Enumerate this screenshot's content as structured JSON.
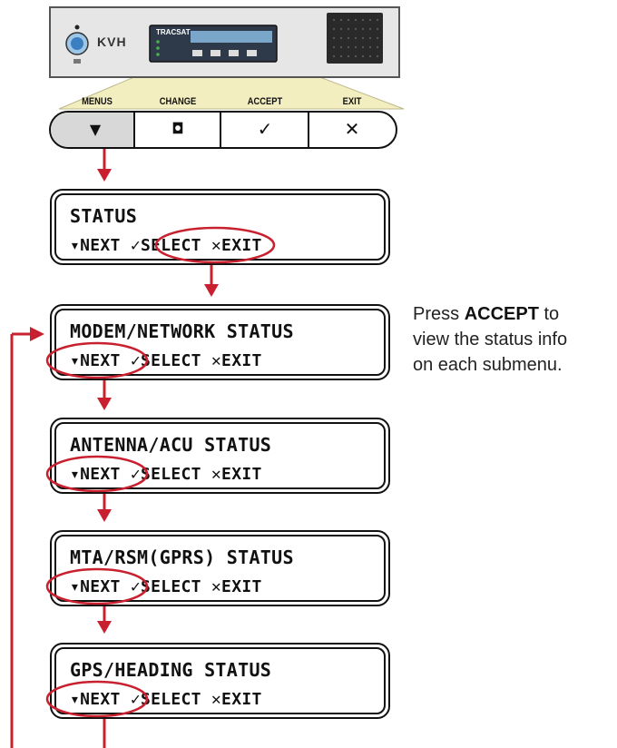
{
  "device": {
    "brand": "KVH",
    "product": "TRACSAT",
    "colors": {
      "body": "#e6e6e6",
      "display": "#2e3a4a",
      "knob": "#3a7fbf"
    }
  },
  "buttons": [
    {
      "label": "MENUS",
      "glyph": "▼"
    },
    {
      "label": "CHANGE",
      "glyph": "◘"
    },
    {
      "label": "ACCEPT",
      "glyph": "✓"
    },
    {
      "label": "EXIT",
      "glyph": "✕"
    }
  ],
  "screens": [
    {
      "title": "STATUS",
      "options": "▾NEXT ✓SELECT ✕EXIT",
      "highlight": "select"
    },
    {
      "title": "MODEM/NETWORK STATUS",
      "options": "▾NEXT ✓SELECT ✕EXIT",
      "highlight": "next"
    },
    {
      "title": "ANTENNA/ACU STATUS",
      "options": "▾NEXT ✓SELECT ✕EXIT",
      "highlight": "next"
    },
    {
      "title": "MTA/RSM(GPRS) STATUS",
      "options": "▾NEXT ✓SELECT ✕EXIT",
      "highlight": "next"
    },
    {
      "title": "GPS/HEADING STATUS",
      "options": "▾NEXT ✓SELECT ✕EXIT",
      "highlight": "next"
    }
  ],
  "note": {
    "prefix": "Press ",
    "emphasis": "ACCEPT",
    "rest_line1": " to",
    "line2": "view the status info",
    "line3": "on each submenu."
  },
  "colors": {
    "flow_arrow": "#c8202f",
    "highlight_ellipse": "#c8202f",
    "callout": "#f3eec0"
  }
}
